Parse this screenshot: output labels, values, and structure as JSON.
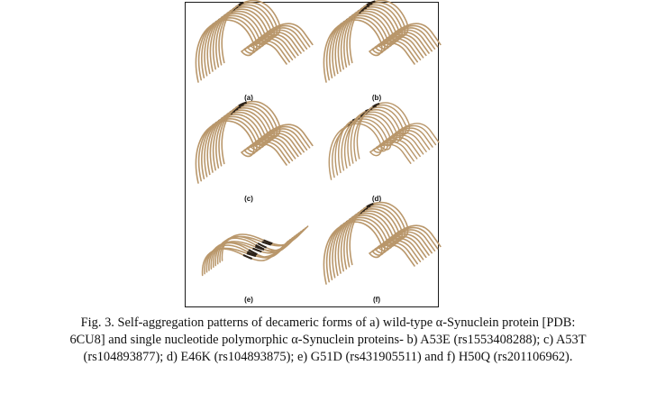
{
  "figure": {
    "panels": [
      {
        "id": "a",
        "label": "(a)",
        "variant": "wild-type"
      },
      {
        "id": "b",
        "label": "(b)",
        "variant": "A53E"
      },
      {
        "id": "c",
        "label": "(c)",
        "variant": "A53T"
      },
      {
        "id": "d",
        "label": "(d)",
        "variant": "E46K"
      },
      {
        "id": "e",
        "label": "(e)",
        "variant": "G51D"
      },
      {
        "id": "f",
        "label": "(f)",
        "variant": "H50Q"
      }
    ],
    "colors": {
      "strand": "#b9976b",
      "strand_dark": "#2b2118",
      "frame": "#1a1a1a"
    }
  },
  "caption": {
    "line1": "Fig. 3. Self-aggregation patterns of decameric forms of a) wild-type α-Synuclein protein [PDB:",
    "line2": "6CU8] and single nucleotide polymorphic α-Synuclein proteins- b) A53E (rs1553408288); c) A53T",
    "line3": "(rs104893877); d) E46K (rs104893875); e) G51D (rs431905511) and f) H50Q (rs201106962)."
  }
}
